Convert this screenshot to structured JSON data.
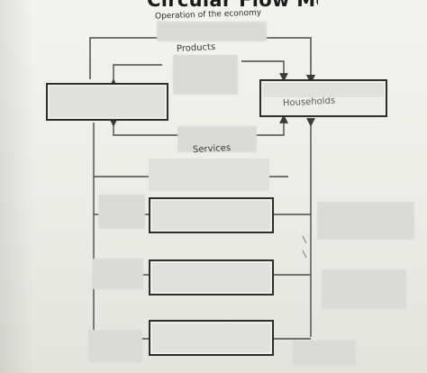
{
  "worksheet": {
    "title": "Circular Flow Model",
    "subtitle": "Operation of the economy",
    "handwriting": {
      "top_word": "Products",
      "upper_right_box": "Households",
      "middle_word": "Services"
    },
    "colors": {
      "paper": "#efefeb",
      "ink": "#2d2d2d",
      "redaction": "#dadad7"
    }
  }
}
